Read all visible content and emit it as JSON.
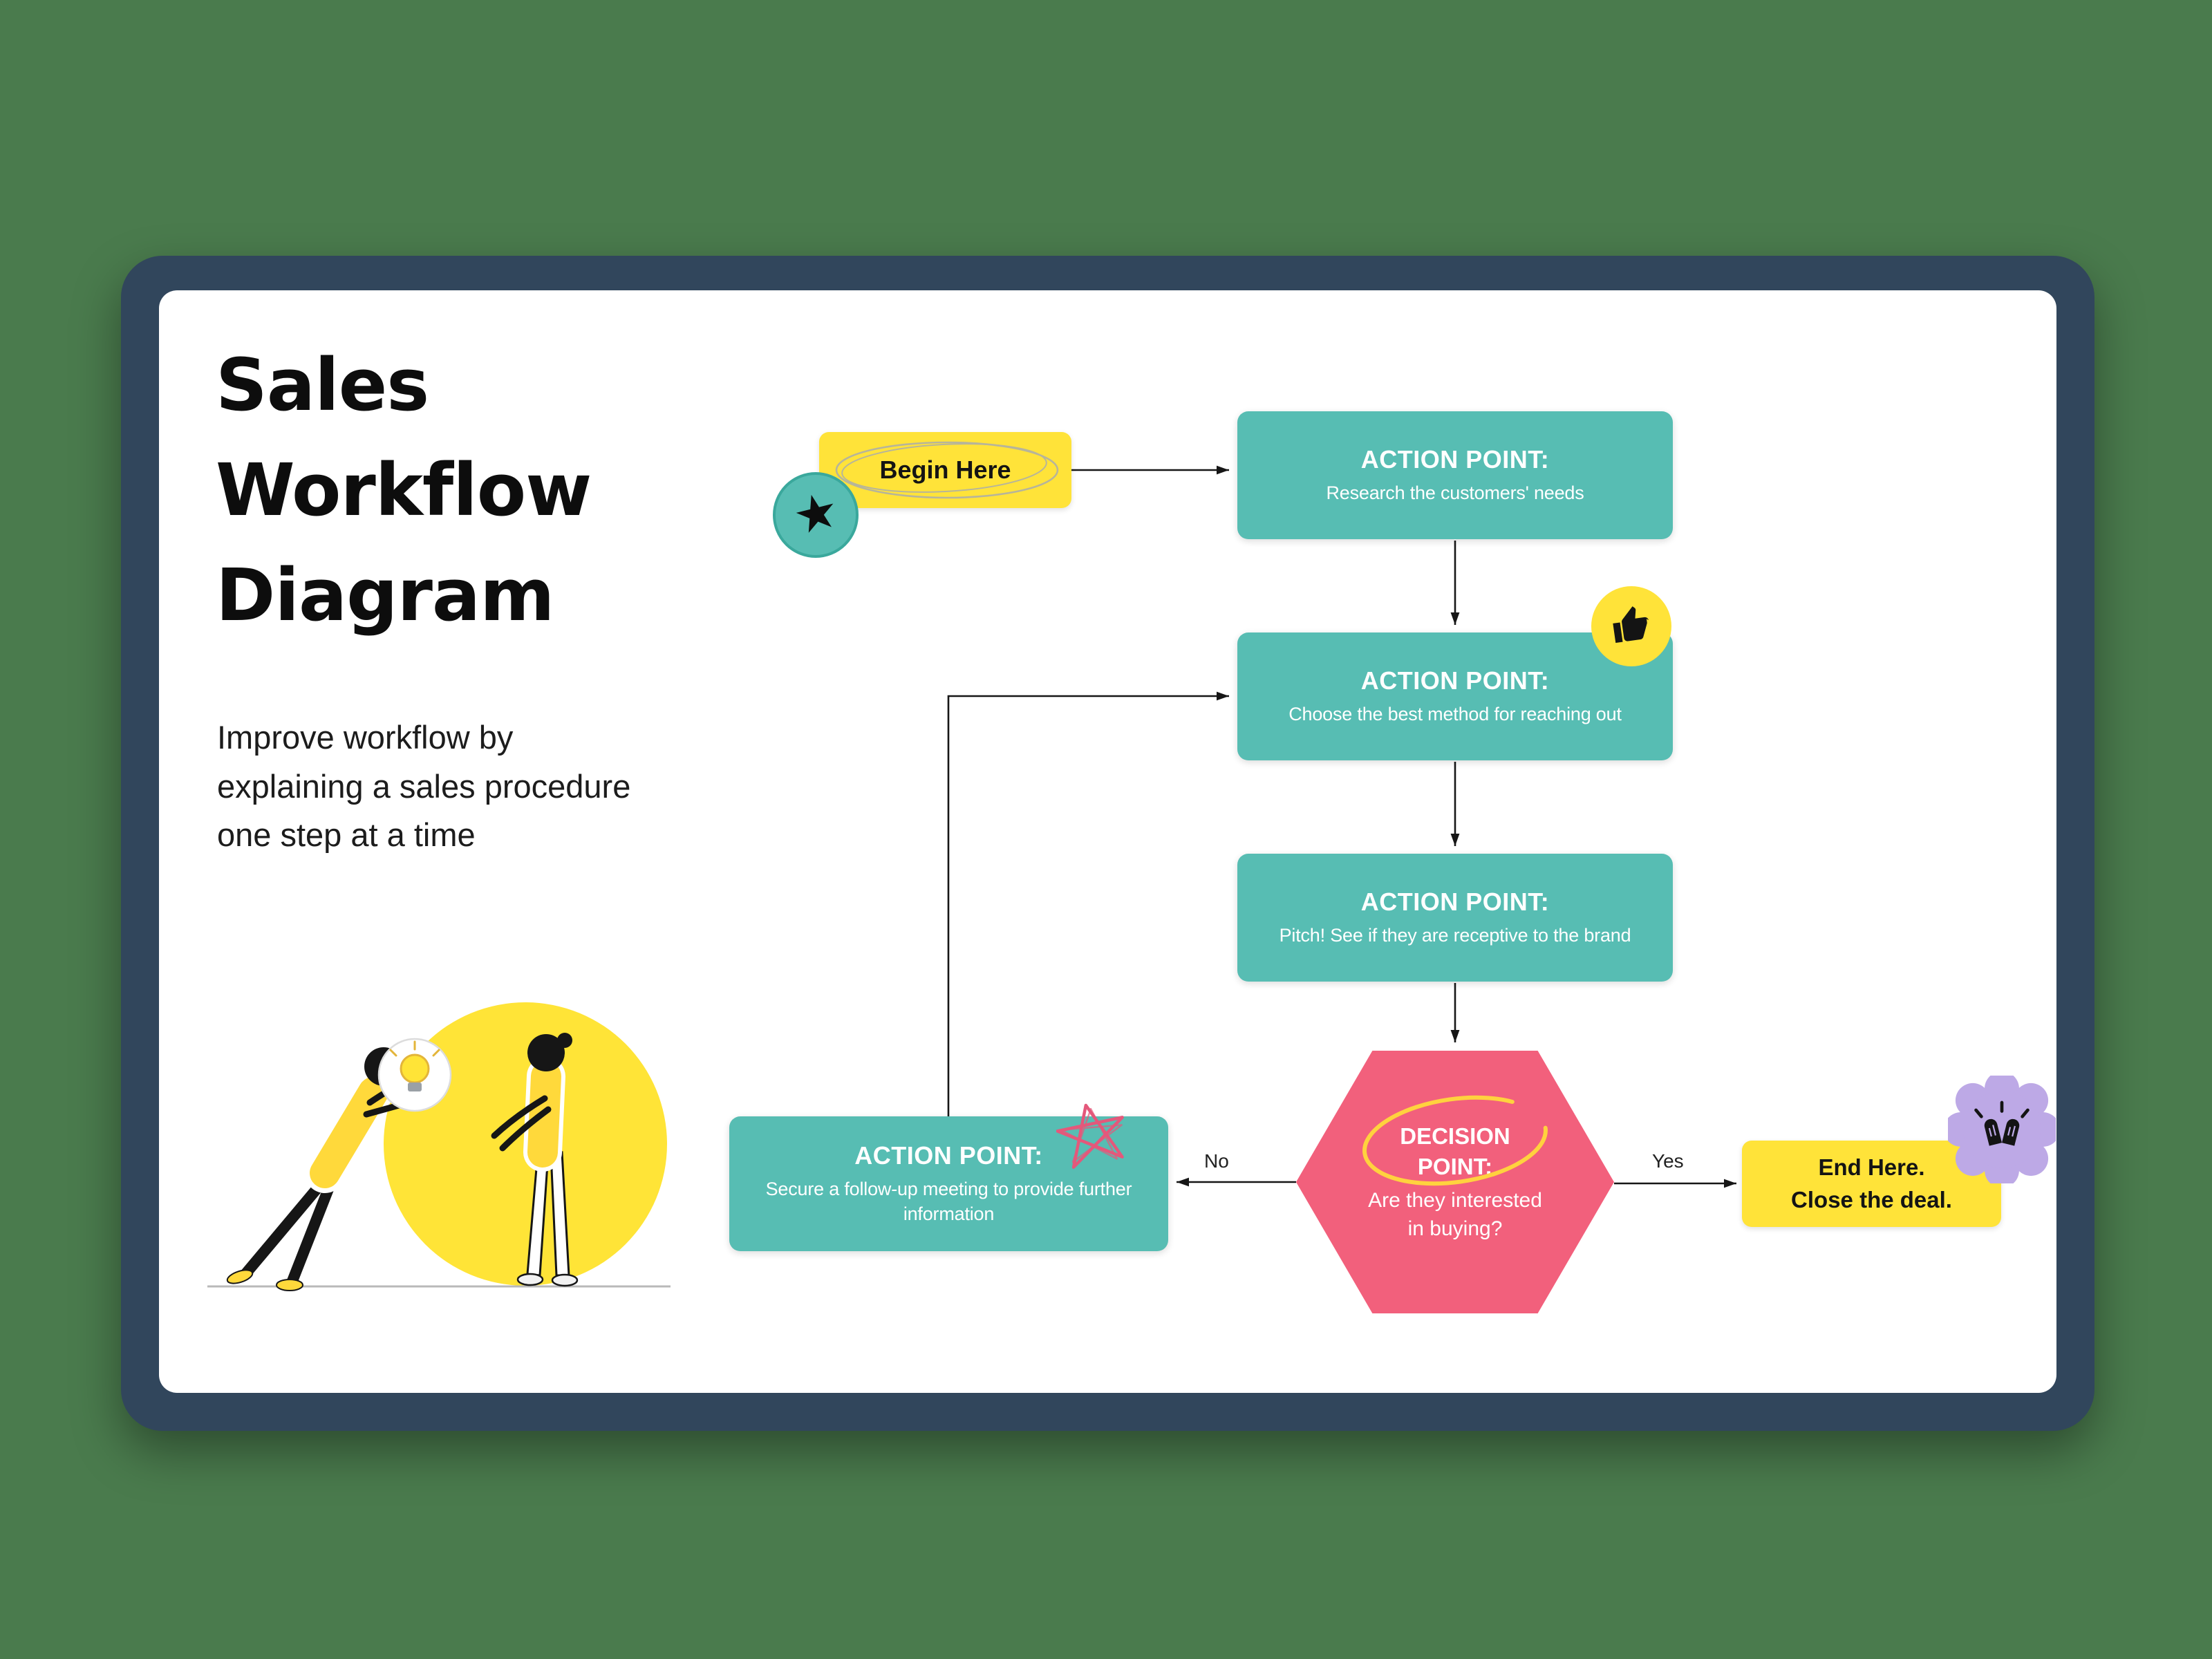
{
  "slide": {
    "title": "Sales\nWorkflow\nDiagram",
    "subtitle": "Improve workflow by explaining a sales procedure one step at a time"
  },
  "flow": {
    "begin_label": "Begin Here",
    "steps": [
      {
        "title": "ACTION POINT:",
        "text": "Research the customers' needs"
      },
      {
        "title": "ACTION POINT:",
        "text": "Choose the best method for reaching out"
      },
      {
        "title": "ACTION POINT:",
        "text": "Pitch! See if they are receptive to the brand"
      }
    ],
    "decision": {
      "title": "DECISION POINT:",
      "text": "Are they interested in buying?"
    },
    "followup": {
      "title": "ACTION POINT:",
      "text": "Secure a follow-up meeting to provide further information"
    },
    "end_label": "End Here.\nClose the deal.",
    "edge_labels": {
      "no": "No",
      "yes": "Yes"
    }
  },
  "glyphs": {
    "star": "★"
  },
  "icons": [
    "star-icon",
    "thumbs-up-icon",
    "raised-hands-icon",
    "scribble-star-icon",
    "begin-oval-scribble-icon",
    "decision-highlight-scribble-icon",
    "lightbulb-icon"
  ],
  "colors": {
    "teal": "#57BDB3",
    "yellow": "#FFE339",
    "pink": "#F2607C",
    "navy": "#31465C",
    "purple": "#BDA9E6",
    "background_green": "#4A7B4D",
    "ink": "#111111"
  }
}
